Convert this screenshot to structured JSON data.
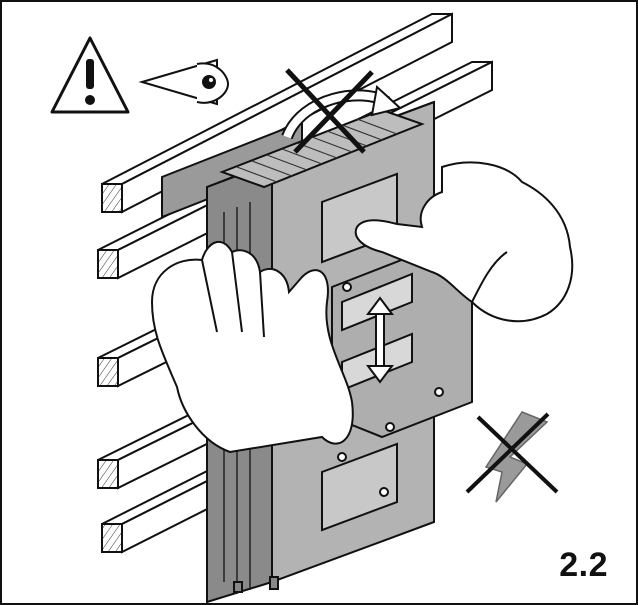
{
  "figure": {
    "step_label": "2.2"
  },
  "icons": [
    "warning-triangle-icon",
    "eye-icon",
    "crossed-out-rotation-arrow",
    "vertical-double-arrow",
    "crossed-out-lightning-icon"
  ],
  "colors": {
    "outline": "#111111",
    "device_gray": "#a8a8a8",
    "device_dark": "#7b7b7b",
    "rail_white": "#ffffff",
    "warning_gray": "#9a9a9a"
  }
}
